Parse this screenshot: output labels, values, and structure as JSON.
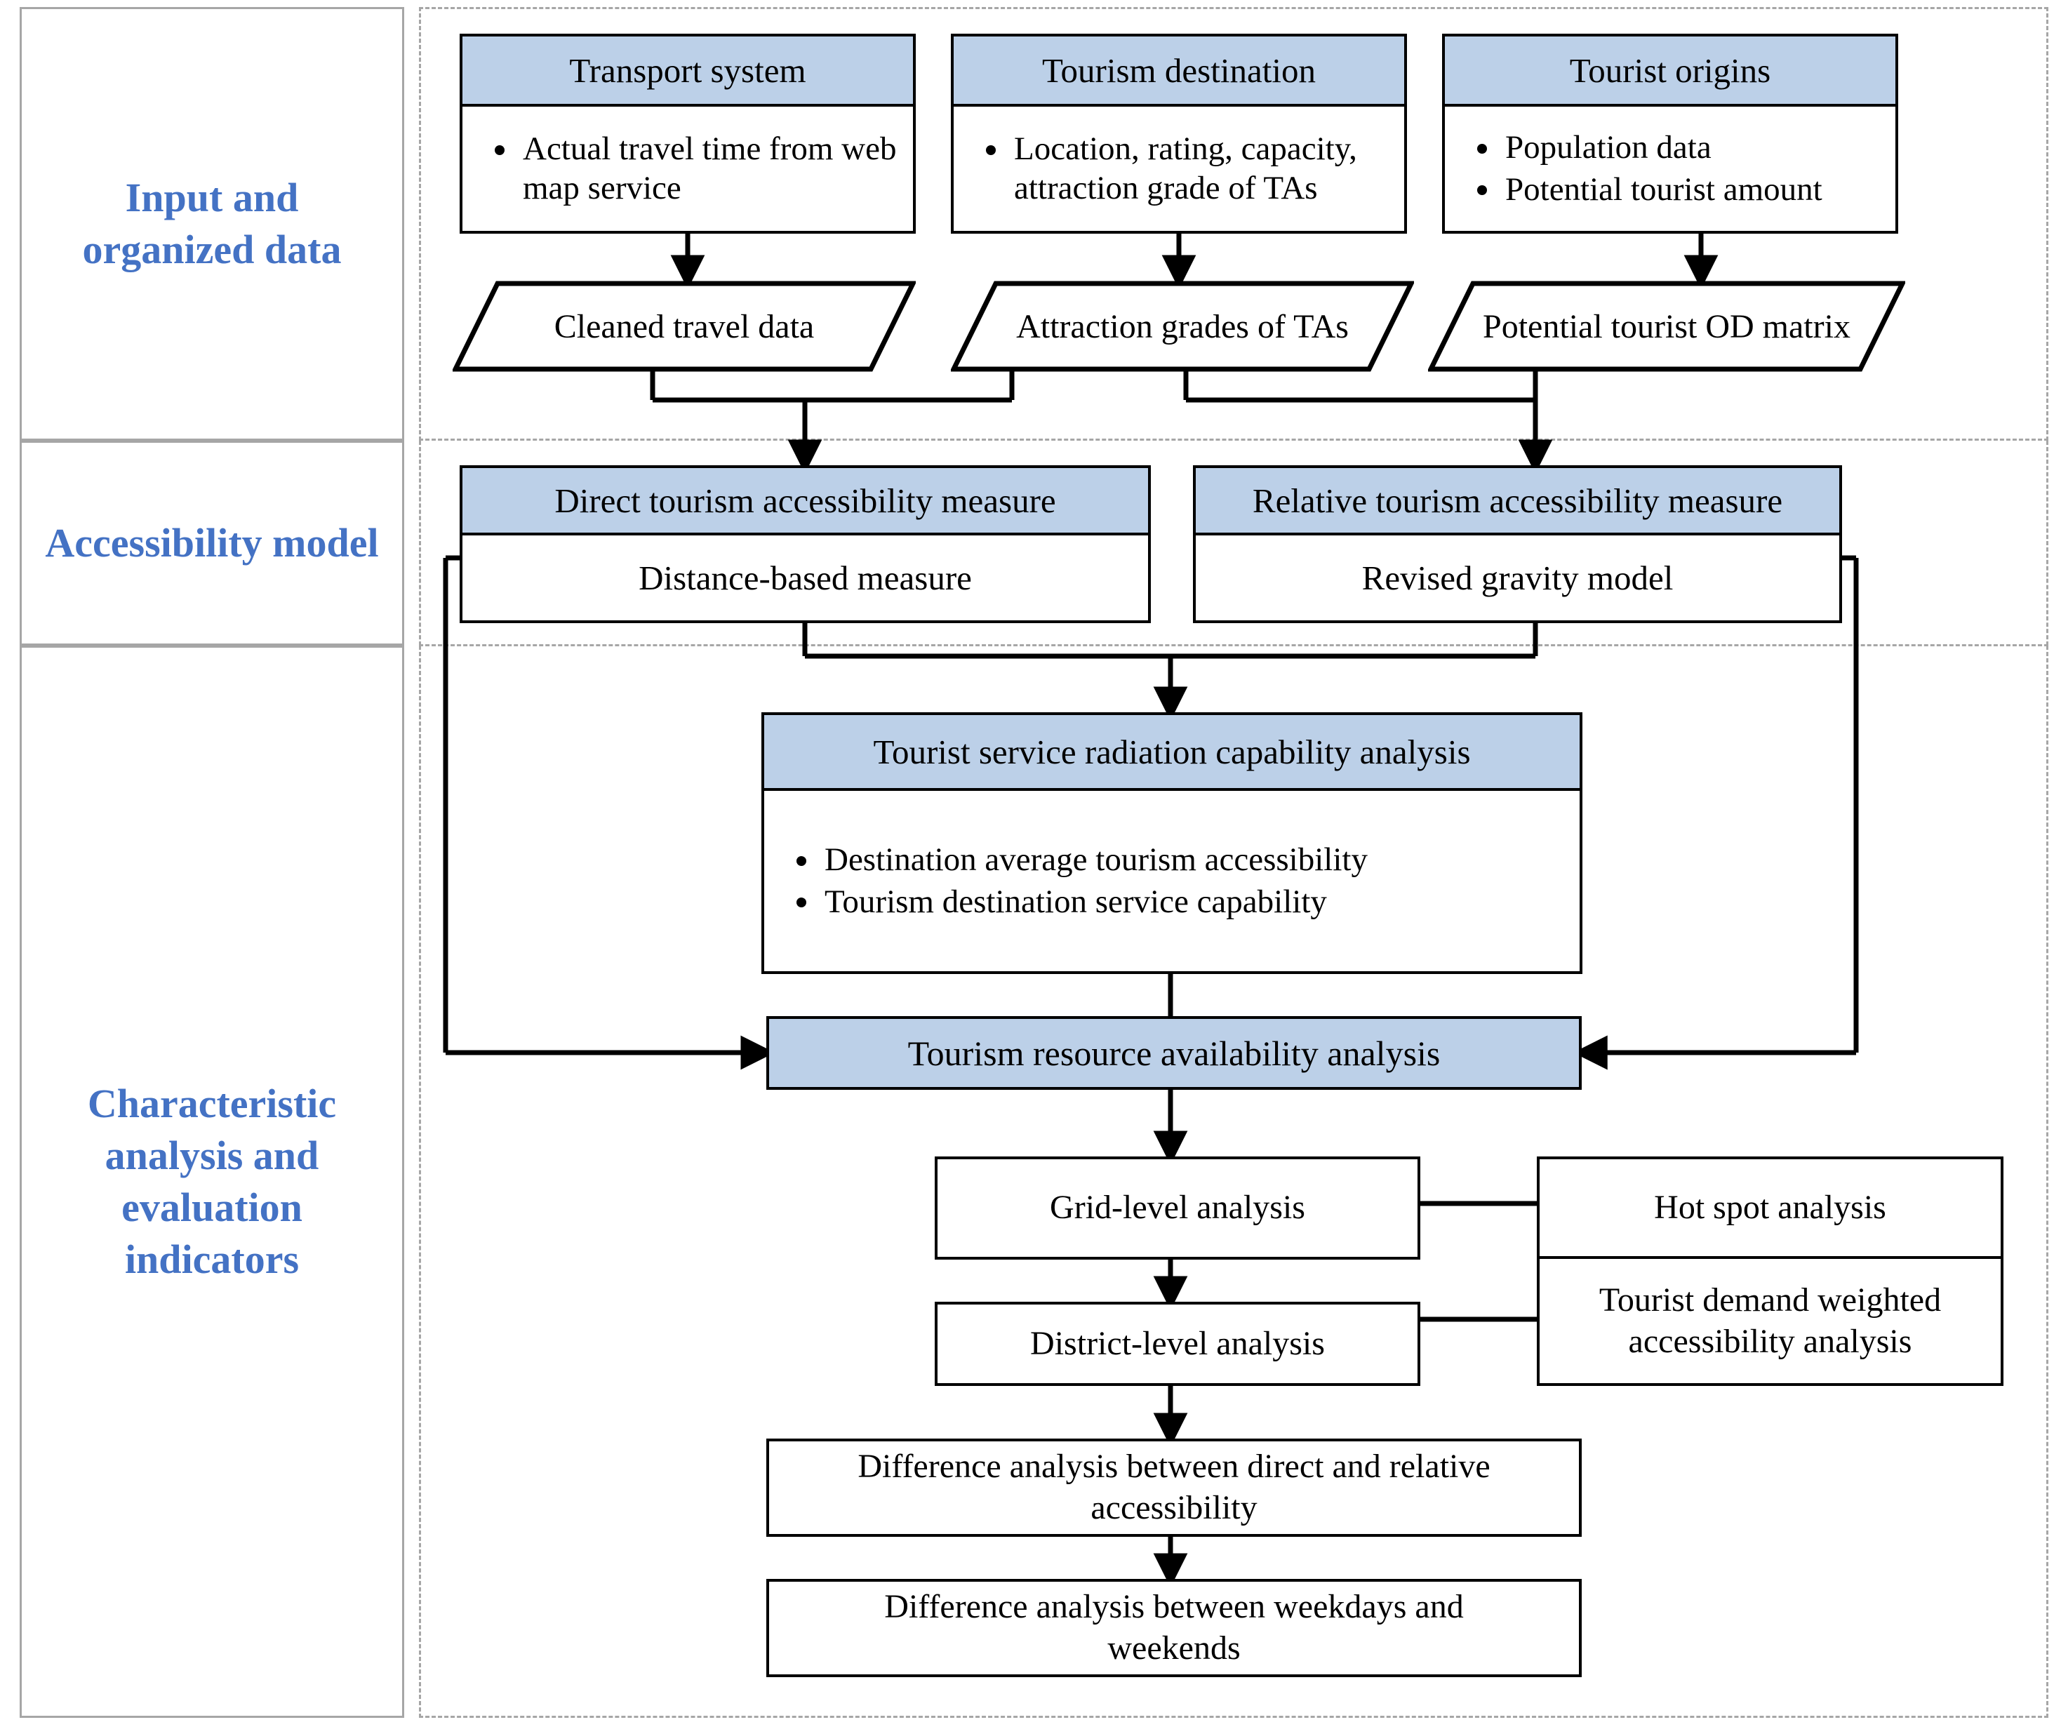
{
  "stages": [
    {
      "id": "input",
      "label": "Input and organized data"
    },
    {
      "id": "model",
      "label": "Accessibility model"
    },
    {
      "id": "charac",
      "label": "Characteristic analysis and evaluation indicators"
    }
  ],
  "colors": {
    "stage_label": "#4472C4",
    "header_fill": "#BCD0E8",
    "region_border": "#A6A6A6",
    "line": "#000000"
  },
  "input_stage": {
    "sources": [
      {
        "title": "Transport system",
        "bullets": [
          "Actual travel time from web map service"
        ]
      },
      {
        "title": "Tourism destination",
        "bullets": [
          "Location, rating, capacity, attraction grade of TAs"
        ]
      },
      {
        "title": "Tourist origins",
        "bullets": [
          "Population data",
          "Potential tourist amount"
        ]
      }
    ],
    "data_shapes": [
      {
        "label": "Cleaned travel data"
      },
      {
        "label": "Attraction grades of TAs"
      },
      {
        "label": "Potential tourist OD matrix"
      }
    ]
  },
  "model_stage": {
    "measures": [
      {
        "title": "Direct tourism accessibility measure",
        "method": "Distance-based measure"
      },
      {
        "title": "Relative tourism accessibility measure",
        "method": "Revised gravity model"
      }
    ]
  },
  "characteristic_stage": {
    "radiation": {
      "title": "Tourist service radiation capability analysis",
      "bullets": [
        "Destination average tourism accessibility",
        "Tourism destination service capability"
      ]
    },
    "availability": {
      "label": "Tourism resource availability analysis"
    },
    "levels": [
      {
        "label": "Grid-level analysis"
      },
      {
        "label": "District-level analysis"
      }
    ],
    "side_analyses": [
      {
        "label": "Hot spot analysis"
      },
      {
        "label": "Tourist demand weighted accessibility analysis"
      }
    ],
    "differences": [
      {
        "label": "Difference analysis between direct and relative accessibility"
      },
      {
        "label": "Difference analysis between weekdays and weekends"
      }
    ]
  }
}
